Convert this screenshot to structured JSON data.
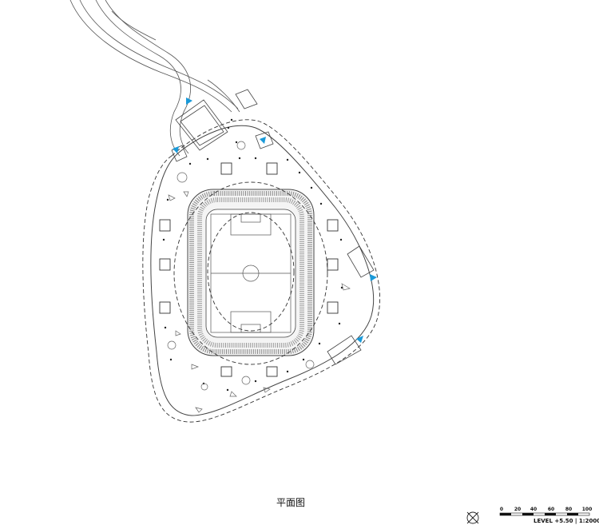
{
  "caption": "平面图",
  "level_label": "LEVEL +5.50 | 1:2000",
  "scale_bar": {
    "ticks": [
      "0",
      "20",
      "40",
      "60",
      "80",
      "100"
    ]
  },
  "colors": {
    "line": "#333333",
    "accent": "#1a9ad9",
    "background": "#ffffff"
  },
  "icons": {
    "north_arrow": "north-arrow-icon",
    "entrance_arrow": "entrance-arrow-icon"
  }
}
